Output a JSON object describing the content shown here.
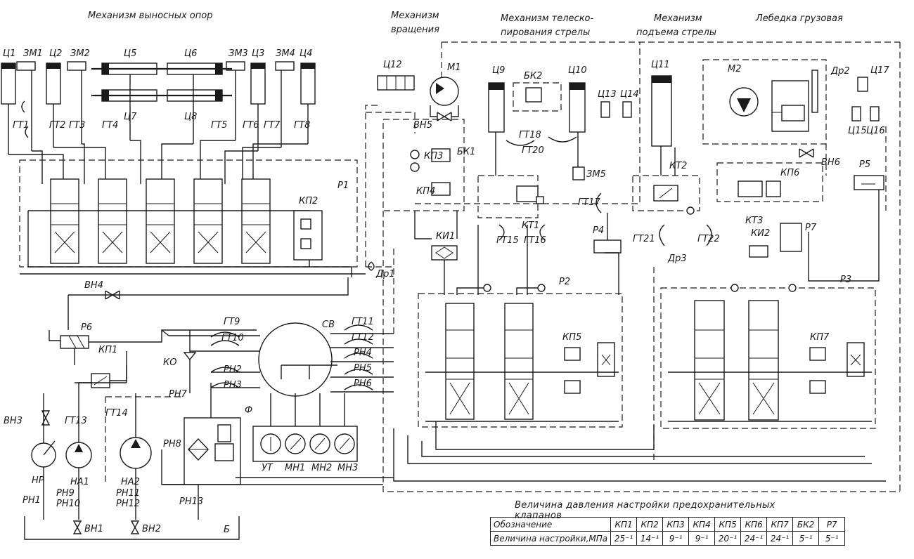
{
  "headers": {
    "outriggers": "Механизм выносных опор",
    "rotation_1": "Механизм",
    "rotation_2": "вращения",
    "telescoping_1": "Механизм телеско-",
    "telescoping_2": "пирования стрелы",
    "boom_lift_1": "Механизм",
    "boom_lift_2": "подъема стрелы",
    "winch": "Лебедка грузовая"
  },
  "cylinders": [
    "Ц1",
    "Ц2",
    "Ц3",
    "Ц4",
    "Ц5",
    "Ц6",
    "Ц7",
    "Ц8",
    "Ц9",
    "Ц10",
    "Ц11",
    "Ц12",
    "Ц13",
    "Ц14",
    "Ц15",
    "Ц16",
    "Ц17"
  ],
  "locks": [
    "ЗМ1",
    "ЗМ2",
    "ЗМ3",
    "ЗМ4",
    "ЗМ5"
  ],
  "hoses": [
    "ГТ1",
    "ГТ2",
    "ГТ3",
    "ГТ4",
    "ГТ5",
    "ГТ6",
    "ГТ7",
    "ГТ8",
    "ГТ9",
    "ГТ10",
    "ГТ11",
    "ГТ12",
    "ГТ13",
    "ГТ14",
    "ГТ15",
    "ГТ16",
    "ГТ17",
    "ГТ18",
    "ГТ20",
    "ГТ21",
    "ГТ22"
  ],
  "pipes": [
    "РН1",
    "РН2",
    "РН3",
    "РН4",
    "РН5",
    "РН6",
    "РН7",
    "РН8",
    "РН9",
    "РН10",
    "РН11",
    "РН12",
    "РН13"
  ],
  "valves": [
    "КП1",
    "КП2",
    "КП3",
    "КП4",
    "КП5",
    "КП6",
    "КП7",
    "БК1",
    "БК2",
    "КТ1",
    "КТ2",
    "КТ3",
    "КИ1",
    "КИ2",
    "КО"
  ],
  "distributors": [
    "Р1",
    "Р2",
    "Р3",
    "Р4",
    "Р5",
    "Р6",
    "Р7"
  ],
  "shutoffs": [
    "ВН1",
    "ВН2",
    "ВН3",
    "ВН4",
    "ВН5",
    "ВН6"
  ],
  "throttles": [
    "Др1",
    "Др2",
    "Др3"
  ],
  "pumps": [
    "НР",
    "НА1",
    "НА2",
    "М1",
    "М2"
  ],
  "swivel": "СВ",
  "filter": "Ф",
  "tank": "Б",
  "gauges": [
    "УТ",
    "МН1",
    "МН2",
    "МН3"
  ],
  "table": {
    "title": "Величина давления настройки предохранительных клапанов",
    "row1_header": "Обозначение",
    "row2_header": "Величина  настройки,МПа",
    "designations": [
      "КП1",
      "КП2",
      "КП3",
      "КП4",
      "КП5",
      "КП6",
      "КП7",
      "БК2",
      "Р7"
    ],
    "values": [
      "25⁻¹",
      "14⁻¹",
      "9⁻¹",
      "9⁻¹",
      "20⁻¹",
      "24⁻¹",
      "24⁻¹",
      "5⁻¹",
      "5⁻¹"
    ]
  }
}
